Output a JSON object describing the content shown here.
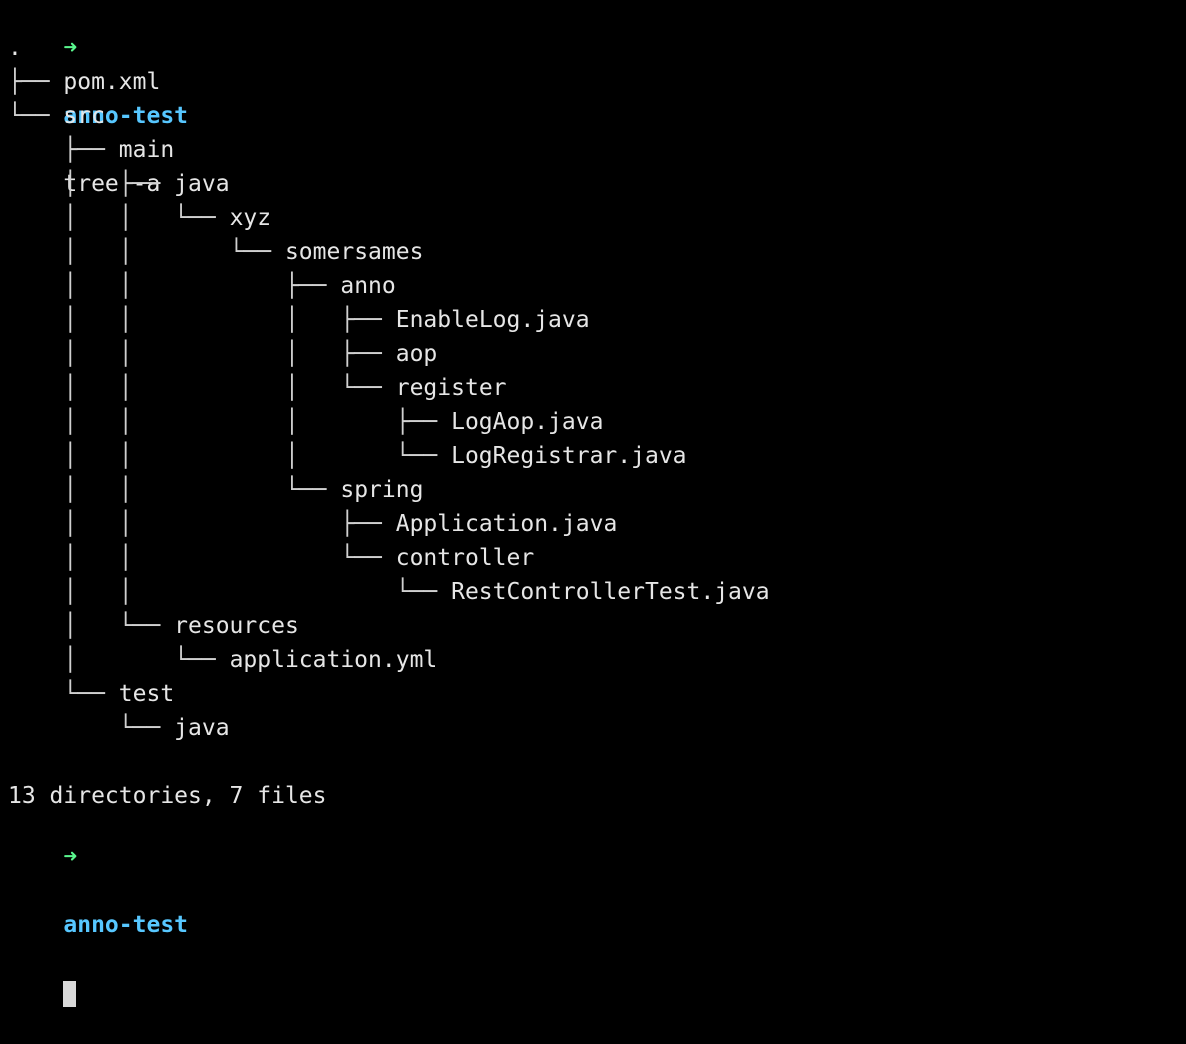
{
  "prompt": {
    "arrow": "➜",
    "directory": "anno-test",
    "command": "tree -a"
  },
  "tree": [
    {
      "prefix": "",
      "name": "."
    },
    {
      "prefix": "├── ",
      "name": "pom.xml"
    },
    {
      "prefix": "└── ",
      "name": "src"
    },
    {
      "prefix": "    ├── ",
      "name": "main"
    },
    {
      "prefix": "    │   ├── ",
      "name": "java"
    },
    {
      "prefix": "    │   │   └── ",
      "name": "xyz"
    },
    {
      "prefix": "    │   │       └── ",
      "name": "somersames"
    },
    {
      "prefix": "    │   │           ├── ",
      "name": "anno"
    },
    {
      "prefix": "    │   │           │   ├── ",
      "name": "EnableLog.java"
    },
    {
      "prefix": "    │   │           │   ├── ",
      "name": "aop"
    },
    {
      "prefix": "    │   │           │   └── ",
      "name": "register"
    },
    {
      "prefix": "    │   │           │       ├── ",
      "name": "LogAop.java"
    },
    {
      "prefix": "    │   │           │       └── ",
      "name": "LogRegistrar.java"
    },
    {
      "prefix": "    │   │           └── ",
      "name": "spring"
    },
    {
      "prefix": "    │   │               ├── ",
      "name": "Application.java"
    },
    {
      "prefix": "    │   │               └── ",
      "name": "controller"
    },
    {
      "prefix": "    │   │                   └── ",
      "name": "RestControllerTest.java"
    },
    {
      "prefix": "    │   └── ",
      "name": "resources"
    },
    {
      "prefix": "    │       └── ",
      "name": "application.yml"
    },
    {
      "prefix": "    └── ",
      "name": "test"
    },
    {
      "prefix": "        └── ",
      "name": "java"
    }
  ],
  "summary": "13 directories, 7 files",
  "next_prompt": {
    "arrow": "➜",
    "directory": "anno-test"
  }
}
